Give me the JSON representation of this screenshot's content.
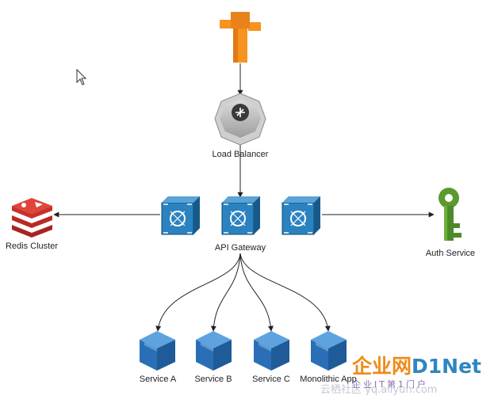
{
  "nodes": {
    "load_balancer": "Load Balancer",
    "api_gateway": "API Gateway",
    "redis_cluster": "Redis Cluster",
    "auth_service": "Auth Service",
    "service_a": "Service A",
    "service_b": "Service B",
    "service_c": "Service C",
    "monolithic_app": "Monolithic App"
  },
  "watermark": {
    "brand_part1": "企业网",
    "brand_part2": "D1Net",
    "tagline": "企业IT第1门户",
    "site": "云栖社区 yq.aliyun.com"
  },
  "colors": {
    "route53_orange": "#F7931E",
    "gateway_blue": "#1F6FA6",
    "service_blue": "#2A6FB5",
    "redis_red": "#C8312A",
    "auth_green": "#5A9A2F",
    "lb_gray": "#B5B5B5",
    "brand_orange": "#F08A16",
    "brand_blue": "#2E86C1"
  },
  "icons": [
    "route53-icon",
    "load-balancer-icon",
    "api-gateway-icon",
    "redis-icon",
    "key-icon",
    "service-cube-icon",
    "cursor-icon"
  ]
}
